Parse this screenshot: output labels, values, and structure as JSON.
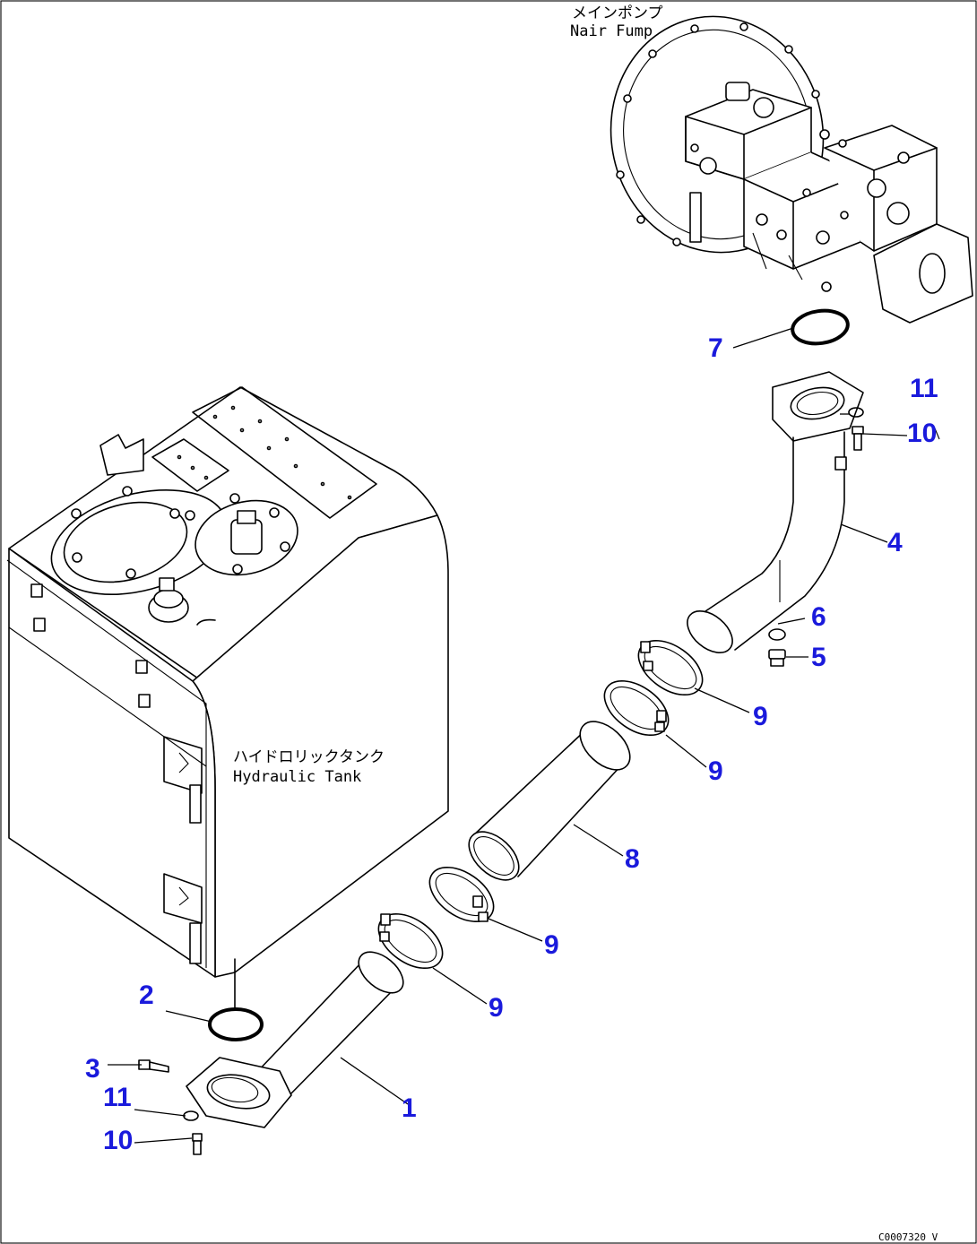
{
  "labels": {
    "pump_jp": "メインポンプ",
    "pump_en": "Nair Fump",
    "tank_jp": "ハイドロリックタンク",
    "tank_en": "Hydraulic Tank",
    "ref_code": "C0007320 V"
  },
  "callouts": {
    "c1": "1",
    "c2": "2",
    "c3": "3",
    "c4": "4",
    "c5": "5",
    "c6": "6",
    "c7": "7",
    "c8": "8",
    "c9a": "9",
    "c9b": "9",
    "c9c": "9",
    "c9d": "9",
    "c10a": "10",
    "c10b": "10",
    "c11a": "11",
    "c11b": "11"
  },
  "colors": {
    "callout": "#1a1adc",
    "line": "#000000",
    "background": "#ffffff"
  }
}
